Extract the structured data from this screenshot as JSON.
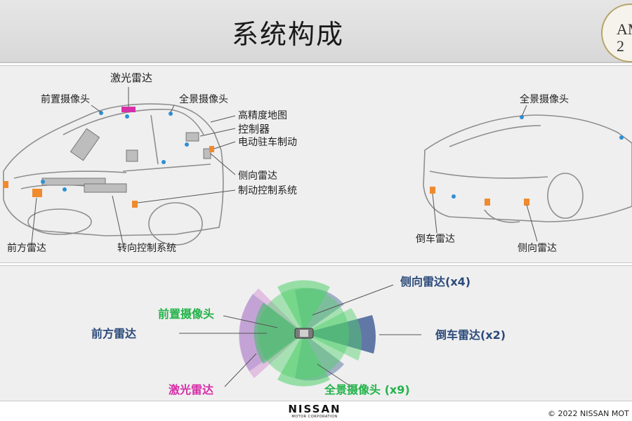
{
  "header": {
    "title": "系统构成",
    "badge_lines": [
      "AM",
      "2"
    ]
  },
  "top_panel": {
    "labels": {
      "lidar": "激光雷达",
      "front_camera": "前置摄像头",
      "surround_camera_front": "全景摄像头",
      "hd_map": "高精度地图",
      "controller": "控制器",
      "epb": "电动驻车制动",
      "side_radar_front": "侧向雷达",
      "brake_control": "制动控制系统",
      "front_radar": "前方雷达",
      "steering_control": "转向控制系统",
      "surround_camera_rear": "全景摄像头",
      "reverse_radar": "倒车雷达",
      "side_radar_rear": "侧向雷达"
    }
  },
  "bottom_panel": {
    "labels": {
      "side_radar": "侧向雷达(x4)",
      "front_camera": "前置摄像头",
      "front_radar": "前方雷达",
      "reverse_radar": "倒车雷达(x2)",
      "lidar": "激光雷达",
      "surround_camera": "全景摄像头 (x9)"
    }
  },
  "colors": {
    "radar_blue": "#2c4a7a",
    "camera_green": "#23b34a",
    "lidar_magenta": "#d62fa8",
    "sensor_orange": "#f08a2e",
    "sensor_dot_blue": "#2e8fd6"
  },
  "footer": {
    "logo": "NISSAN",
    "logo_sub": "MOTOR CORPORATION",
    "copyright": "© 2022 NISSAN MOT"
  }
}
